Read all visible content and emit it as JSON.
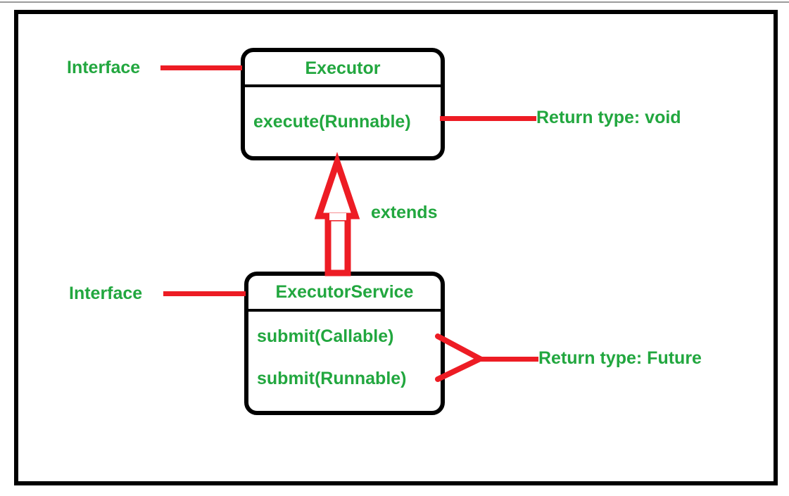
{
  "diagram": {
    "type": "uml-class-diagram",
    "colors": {
      "accent_red": "#ed1c24",
      "text_green": "#22a73f",
      "frame_black": "#000000",
      "background": "#ffffff"
    },
    "classes": [
      {
        "id": "executor",
        "name": "Executor",
        "stereotype_label": "Interface",
        "members": [
          "execute(Runnable)"
        ]
      },
      {
        "id": "executor-service",
        "name": "ExecutorService",
        "stereotype_label": "Interface",
        "members": [
          "submit(Callable)",
          "submit(Runnable)"
        ]
      }
    ],
    "relationship": {
      "label": "extends",
      "from": "ExecutorService",
      "to": "Executor",
      "arrow": "hollow-triangle-generalization"
    },
    "annotations": [
      {
        "id": "interface-executor",
        "text": "Interface",
        "target": "Executor"
      },
      {
        "id": "interface-service",
        "text": "Interface",
        "target": "ExecutorService"
      },
      {
        "id": "return-void",
        "text": "Return type: void",
        "target": "execute(Runnable)"
      },
      {
        "id": "return-future",
        "text": "Return type: Future",
        "target": "submit(Callable) / submit(Runnable)"
      }
    ]
  }
}
